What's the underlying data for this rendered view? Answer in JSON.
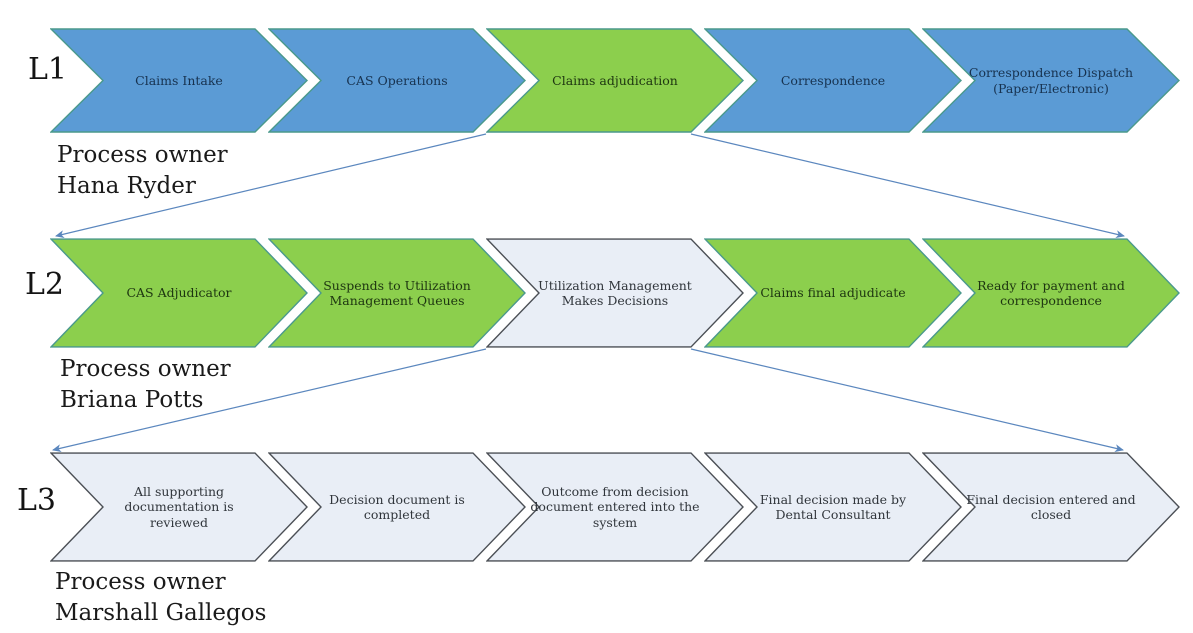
{
  "diagram": {
    "type": "process-flow-hierarchy",
    "levels": [
      {
        "label": "L1",
        "owner_label": "Process owner",
        "owner_name": "Hana Ryder",
        "steps": [
          {
            "label": "Claims Intake",
            "color": "blue"
          },
          {
            "label": "CAS Operations",
            "color": "blue"
          },
          {
            "label": "Claims adjudication",
            "color": "green"
          },
          {
            "label": "Correspondence",
            "color": "blue"
          },
          {
            "label": "Correspondence Dispatch (Paper/Electronic)",
            "color": "blue"
          }
        ]
      },
      {
        "label": "L2",
        "owner_label": "Process owner",
        "owner_name": "Briana Potts",
        "steps": [
          {
            "label": "CAS Adjudicator",
            "color": "green"
          },
          {
            "label": "Suspends to Utilization Management Queues",
            "color": "green"
          },
          {
            "label": "Utilization Management Makes Decisions",
            "color": "light"
          },
          {
            "label": "Claims final adjudicate",
            "color": "green"
          },
          {
            "label": "Ready for payment and correspondence",
            "color": "green"
          }
        ]
      },
      {
        "label": "L3",
        "owner_label": "Process owner",
        "owner_name": "Marshall Gallegos",
        "steps": [
          {
            "label": "All supporting documentation is reviewed",
            "color": "light"
          },
          {
            "label": "Decision document is completed",
            "color": "light"
          },
          {
            "label": "Outcome from decision document entered into the system",
            "color": "light"
          },
          {
            "label": "Final decision made by Dental Consultant",
            "color": "light"
          },
          {
            "label": "Final decision entered and closed",
            "color": "light"
          }
        ]
      }
    ],
    "connectors": [
      {
        "from": "L1: Claims adjudication (bottom-left)",
        "to": "L2: row start"
      },
      {
        "from": "L1: Claims adjudication (bottom-right)",
        "to": "L2: row end"
      },
      {
        "from": "L2: Utilization Management Makes Decisions (bottom-left)",
        "to": "L3: row start"
      },
      {
        "from": "L2: Utilization Management Makes Decisions (bottom-right)",
        "to": "L3: row end"
      }
    ],
    "colors": {
      "blue_fill": "#5b9bd5",
      "green_fill": "#8ccf4d",
      "light_fill": "#e9eef6",
      "teal_border": "#4a998c",
      "gray_border": "#4b4f55",
      "connector_line": "#5b87be",
      "text_dark": "#17324f"
    }
  }
}
